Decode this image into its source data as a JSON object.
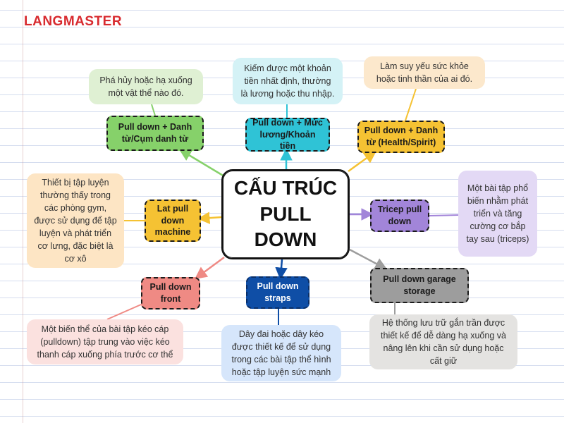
{
  "brand": {
    "logo": "LANGMASTER"
  },
  "center": {
    "title": "CẤU TRÚC\nPULL DOWN"
  },
  "colors": {
    "green": "#86d16a",
    "cyan": "#2fc3d6",
    "yellow": "#f5c233",
    "purple": "#a285d9",
    "salmon": "#ef8a84",
    "navy": "#0f4ea6",
    "gray": "#9d9d9d",
    "green_desc": "#dff0d3",
    "cyan_desc": "#d4f2f6",
    "yellow_desc": "#fcefc9",
    "purple_desc": "#e3d9f5",
    "salmon_desc": "#fbe1df",
    "blue_desc": "#d6e6fb",
    "gray_desc": "#e4e3e1",
    "peach_desc": "#fce8cc",
    "orange_desc": "#fde5c4"
  },
  "branches": [
    {
      "id": "noun",
      "label": "Pull down + Danh từ/Cụm danh từ",
      "description": "Phá hủy hoặc hạ xuống một vật thể nào đó."
    },
    {
      "id": "salary",
      "label": "Pull down + Mức lương/Khoản tiền",
      "description": "Kiếm được một khoản tiền nhất định, thường là lương hoặc thu nhập."
    },
    {
      "id": "health",
      "label": "Pull down + Danh từ (Health/Spirit)",
      "description": "Làm suy yếu sức khỏe hoặc tinh thần của ai đó."
    },
    {
      "id": "tricep",
      "label": "Tricep pull down",
      "description": "Một bài tập phổ biến nhằm phát triển và tăng cường cơ bắp tay sau (triceps)"
    },
    {
      "id": "lat",
      "label": "Lat pull down machine",
      "description": "Thiết bị tập luyện thường thấy trong các phòng gym, được sử dụng để tập luyện và phát triển cơ lưng, đặc biệt là cơ xô"
    },
    {
      "id": "front",
      "label": "Pull down front",
      "description": "Một biến thể của bài tập kéo cáp (pulldown) tập trung vào việc kéo thanh cáp xuống phía trước cơ thể"
    },
    {
      "id": "straps",
      "label": "Pull down straps",
      "description": "Dây đai hoặc dây kéo được thiết kế để sử dụng trong các bài tập thể hình hoặc tập luyện sức mạnh"
    },
    {
      "id": "garage",
      "label": "Pull down garage storage",
      "description": "Hệ thống lưu trữ gắn trần được thiết kế để dễ dàng hạ xuống và nâng lên khi cần sử dụng hoặc cất giữ"
    }
  ]
}
